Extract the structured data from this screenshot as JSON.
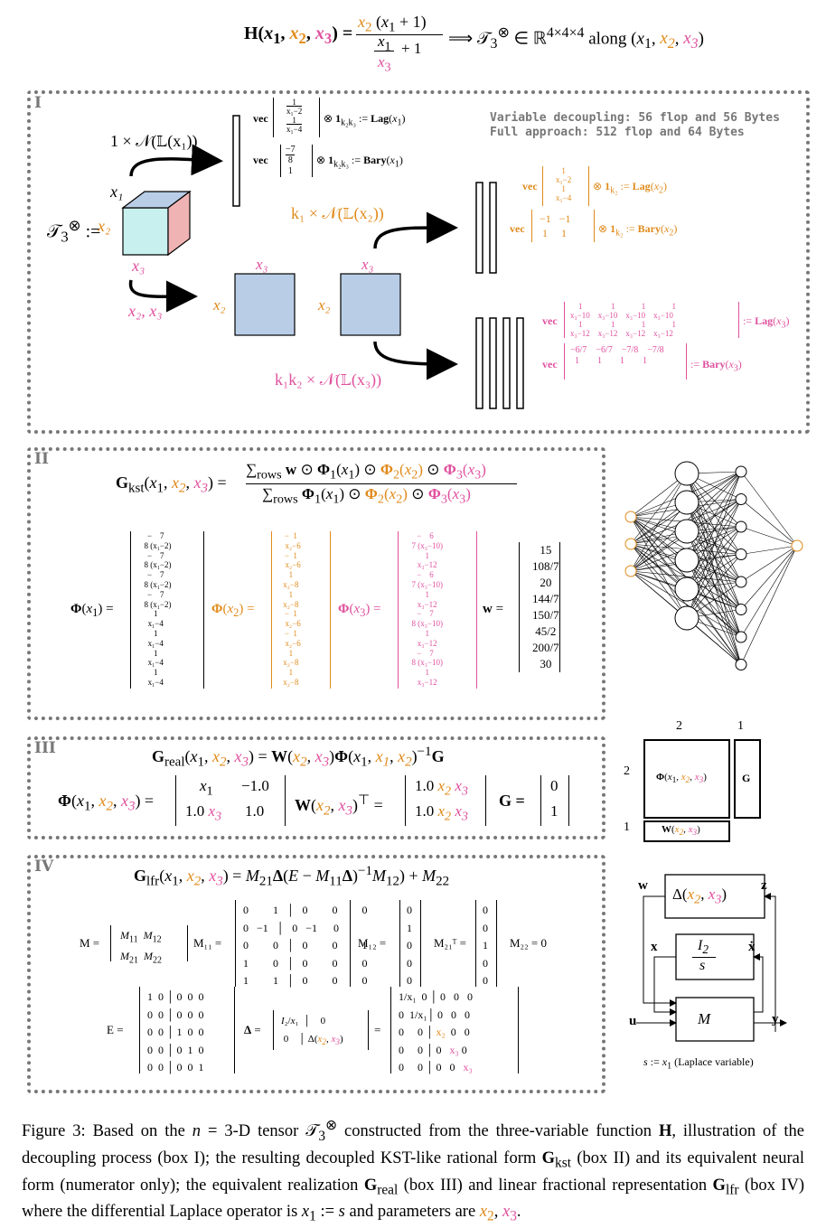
{
  "header_equation": {
    "lhs": "H(x₁, x₂, x₃) =",
    "numerator": "x₂ (x₁ + 1)",
    "denominator_top": "x₁",
    "denominator_mid": "+ 1",
    "denominator_bottom": "x₃",
    "rhs": "⟹ 𝒯₃⊗ ∈ ℝ⁴ˣ⁴ˣ⁴ along (x₁, x₂, x₃)"
  },
  "box1": {
    "label": "I",
    "tensor_label": "𝒯₃⊗ :=",
    "x1": "x₁",
    "x2": "x₂",
    "x3": "x₃",
    "step1_label": "1 × 𝒩(𝕃(x₁))",
    "step2_label": "k₁ × 𝒩(𝕃(x₂))",
    "step3_label": "k₁k₂ × 𝒩(𝕃(x₃))",
    "x2x3": "x₂, x₃",
    "lag1": "⊗ 1ₖ₂ₖ₃ := Lag(x₁)",
    "bary1": "⊗ 1ₖ₂ₖ₃ := Bary(x₁)",
    "lag2": "⊗ 1ₖ₂ := Lag(x₂)",
    "bary2": "⊗ 1ₖ₂ := Bary(x₂)",
    "lag3": ":= Lag(x₃)",
    "bary3": ":= Bary(x₃)",
    "vec": "vec",
    "cost_line1": "Variable decoupling: 56 flop and 56 Bytes",
    "cost_line2": "Full approach: 512 flop and 64 Bytes"
  },
  "box2": {
    "label": "II",
    "gkst": "Gkst(x₁, x₂, x₃) =",
    "num": "∑rows w ⊙ Φ₁(x₁) ⊙ Φ₂(x₂) ⊙ Φ₃(x₃)",
    "den": "∑rows Φ₁(x₁) ⊙ Φ₂(x₂) ⊙ Φ₃(x₃)",
    "phi1_label": "Φ(x₁) =",
    "phi2_label": "Φ(x₂) =",
    "phi3_label": "Φ(x₃) =",
    "w_label": "w =",
    "w_values": [
      "15",
      "108/7",
      "20",
      "144/7",
      "150/7",
      "45/2",
      "200/7",
      "30"
    ]
  },
  "box3": {
    "label": "III",
    "greal": "Greal(x₁, x₂, x₃) = W(x₂, x₃)Φ(x₁, x₁, x₂)⁻¹G",
    "phi_label": "Φ(x₁, x₂, x₃) =",
    "phi_cells": [
      "x₁",
      "−1.0",
      "1.0 x₃",
      "1.0"
    ],
    "W_label": "W(x₂, x₃)ᵀ =",
    "W_cells": [
      "1.0 x₂ x₃",
      "1.0 x₂ x₃"
    ],
    "G_label": "G =",
    "G_cells": [
      "0",
      "1"
    ],
    "diagram_col1": "2",
    "diagram_col2": "1",
    "diagram_row1": "2",
    "diagram_row2": "1",
    "diagram_phi": "Φ(x₁, x₂, x₃)",
    "diagram_G": "G",
    "diagram_W": "W(x₂, x₃)"
  },
  "box4": {
    "label": "IV",
    "glfr": "Glfr(x₁, x₂, x₃) = M₂₁Δ(E − M₁₁Δ)⁻¹M₁₂ + M₂₂",
    "M_label": "M =",
    "M11_label": "M₁₁ =",
    "M12_label": "M₁₂ =",
    "M21_label": "M₂₁ᵀ =",
    "M22": "M₂₂ = 0",
    "E_label": "E =",
    "Delta_label": "Δ =",
    "diag_w": "w",
    "diag_z": "z",
    "diag_delta": "Δ(x₂, x₃)",
    "diag_x": "x",
    "diag_xdot": "ẋ",
    "diag_I2": "I₂",
    "diag_s": "s",
    "diag_u": "u",
    "diag_y": "y",
    "diag_M": "M",
    "laplace": "s := x₁ (Laplace variable)"
  },
  "caption": "Figure 3: Based on the n = 3-D tensor 𝒯₃⊗ constructed from the three-variable function H, illustration of the decoupling process (box I); the resulting decoupled KST-like rational form Gkst (box II) and its equivalent neural form (numerator only); the equivalent realization Greal (box III) and linear fractional representation Glfr (box IV) where the differential Laplace operator is x₁ := s and parameters are x₂, x₃."
}
